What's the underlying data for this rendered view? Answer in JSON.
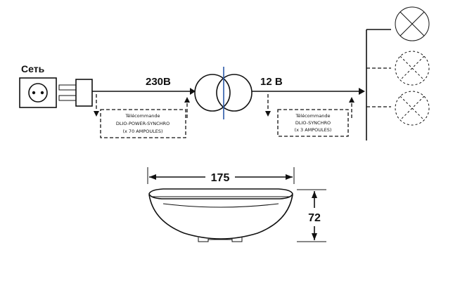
{
  "labels": {
    "mains": "Сеть",
    "voltage_in": "230В",
    "voltage_out": "12 В",
    "width": "175",
    "height": "72"
  },
  "remote_left": {
    "line1": "Télécommande",
    "line2": "DLIO-POWER-SYNCHRO",
    "line3": "(x 70 AMPOULES)"
  },
  "remote_right": {
    "line1": "Télécommande",
    "line2": "DLIO-SYNCHRO",
    "line3": "(x 3 AMPOULES)"
  },
  "colors": {
    "line": "#111111",
    "accent": "#2b5aa8"
  }
}
